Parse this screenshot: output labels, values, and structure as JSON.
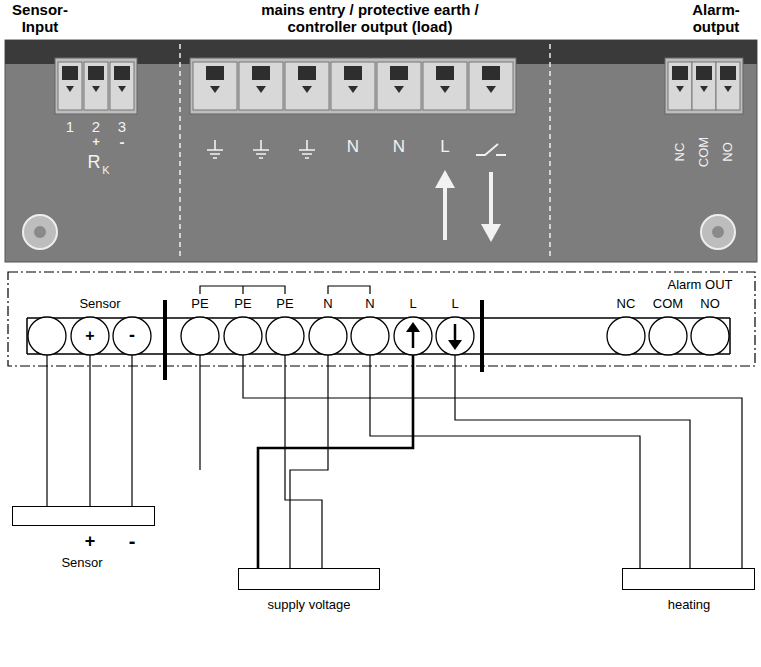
{
  "diagram": {
    "nodes": [
      {
        "text": [
          "+",
          "-",
          "Sensor"
        ]
      },
      {
        "text": [
          "supply voltage"
        ]
      },
      {
        "text": [
          "heating"
        ]
      }
    ],
    "labels": [
      "Sensor- Input",
      "mains entry / protective earth / controller output (load)",
      "Alarm- output",
      "1",
      "2",
      "+",
      "3",
      "-",
      "R",
      "K",
      "N",
      "N",
      "L",
      "NC",
      "COM",
      "NO",
      "Sensor",
      "PE",
      "PE",
      "PE",
      "N",
      "N",
      "L",
      "L",
      "Alarm OUT",
      "NC",
      "COM",
      "NO",
      "+",
      "-"
    ]
  }
}
